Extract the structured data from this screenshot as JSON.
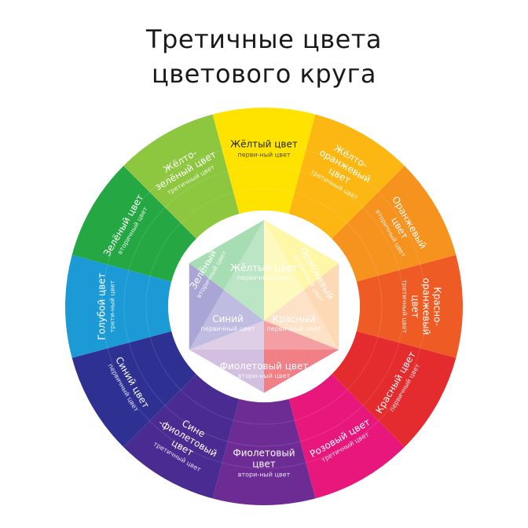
{
  "title": {
    "line1": "Третичные цвета",
    "line2": "цветового круга"
  },
  "wheel": {
    "segments": [
      {
        "id": "yellow",
        "name": [
          "Жёлтый цвет"
        ],
        "sub": "перви-ный цвет",
        "color": "#FEE300",
        "dark": true
      },
      {
        "id": "yellow-orange",
        "name": [
          "Жёлто-",
          "оранжевый",
          "цвет"
        ],
        "sub": "третичный цвет",
        "color": "#FCB713"
      },
      {
        "id": "orange",
        "name": [
          "Оранжевый",
          "цвет"
        ],
        "sub": "вторичный цвет",
        "color": "#F6921E"
      },
      {
        "id": "red-orange",
        "name": [
          "Красно-",
          "оранжевый",
          "цвет"
        ],
        "sub": "третичный цвет",
        "color": "#EF5B25"
      },
      {
        "id": "red",
        "name": [
          "Красный цвет"
        ],
        "sub": "первичный цвет",
        "color": "#E42B2E"
      },
      {
        "id": "red-violet",
        "name": [
          "Розовый цвет"
        ],
        "sub": "третичный цвет",
        "color": "#E8177C"
      },
      {
        "id": "violet",
        "name": [
          "Фиолетовый",
          "цвет"
        ],
        "sub": "втори-ный цвет",
        "color": "#6C2C94"
      },
      {
        "id": "blue-violet",
        "name": [
          "Сине",
          "-фиолетовый",
          "цвет"
        ],
        "sub": "третичный цвет",
        "color": "#4A2B91"
      },
      {
        "id": "blue",
        "name": [
          "Синий цвет"
        ],
        "sub": "первичный цвет",
        "color": "#2E3192"
      },
      {
        "id": "cyan",
        "name": [
          "Голубой цвет"
        ],
        "sub": "трети-ный цвет",
        "color": "#1C9AD6"
      },
      {
        "id": "green",
        "name": [
          "Зелёный цвет"
        ],
        "sub": "вторичный цвет",
        "color": "#25A843"
      },
      {
        "id": "yellow-green",
        "name": [
          "Жёлто-",
          "зелёный цвет"
        ],
        "sub": "третичный цвет",
        "color": "#8DC63F"
      }
    ],
    "inner": {
      "yellow": {
        "name": "Жёлтый цвет",
        "sub": "первичный цвет",
        "color": "#FEF7A8"
      },
      "orange": {
        "name": "Оранжевый",
        "sub": "вторичный цвет",
        "color": "#FDD9B5"
      },
      "red": {
        "name": "Красный",
        "sub": "первичный цвет",
        "color": "#F07F86"
      },
      "blue": {
        "name": "Синий",
        "sub": "первичный цвет",
        "color": "#A9A6D6"
      },
      "green": {
        "name": "Зелёный",
        "sub": "вторичный цвет",
        "color": "#A6DDB2"
      },
      "violet": {
        "name": "Фиолетовый цвет",
        "sub": "втори-ный цвет",
        "color": "#D3BFDF"
      }
    }
  }
}
